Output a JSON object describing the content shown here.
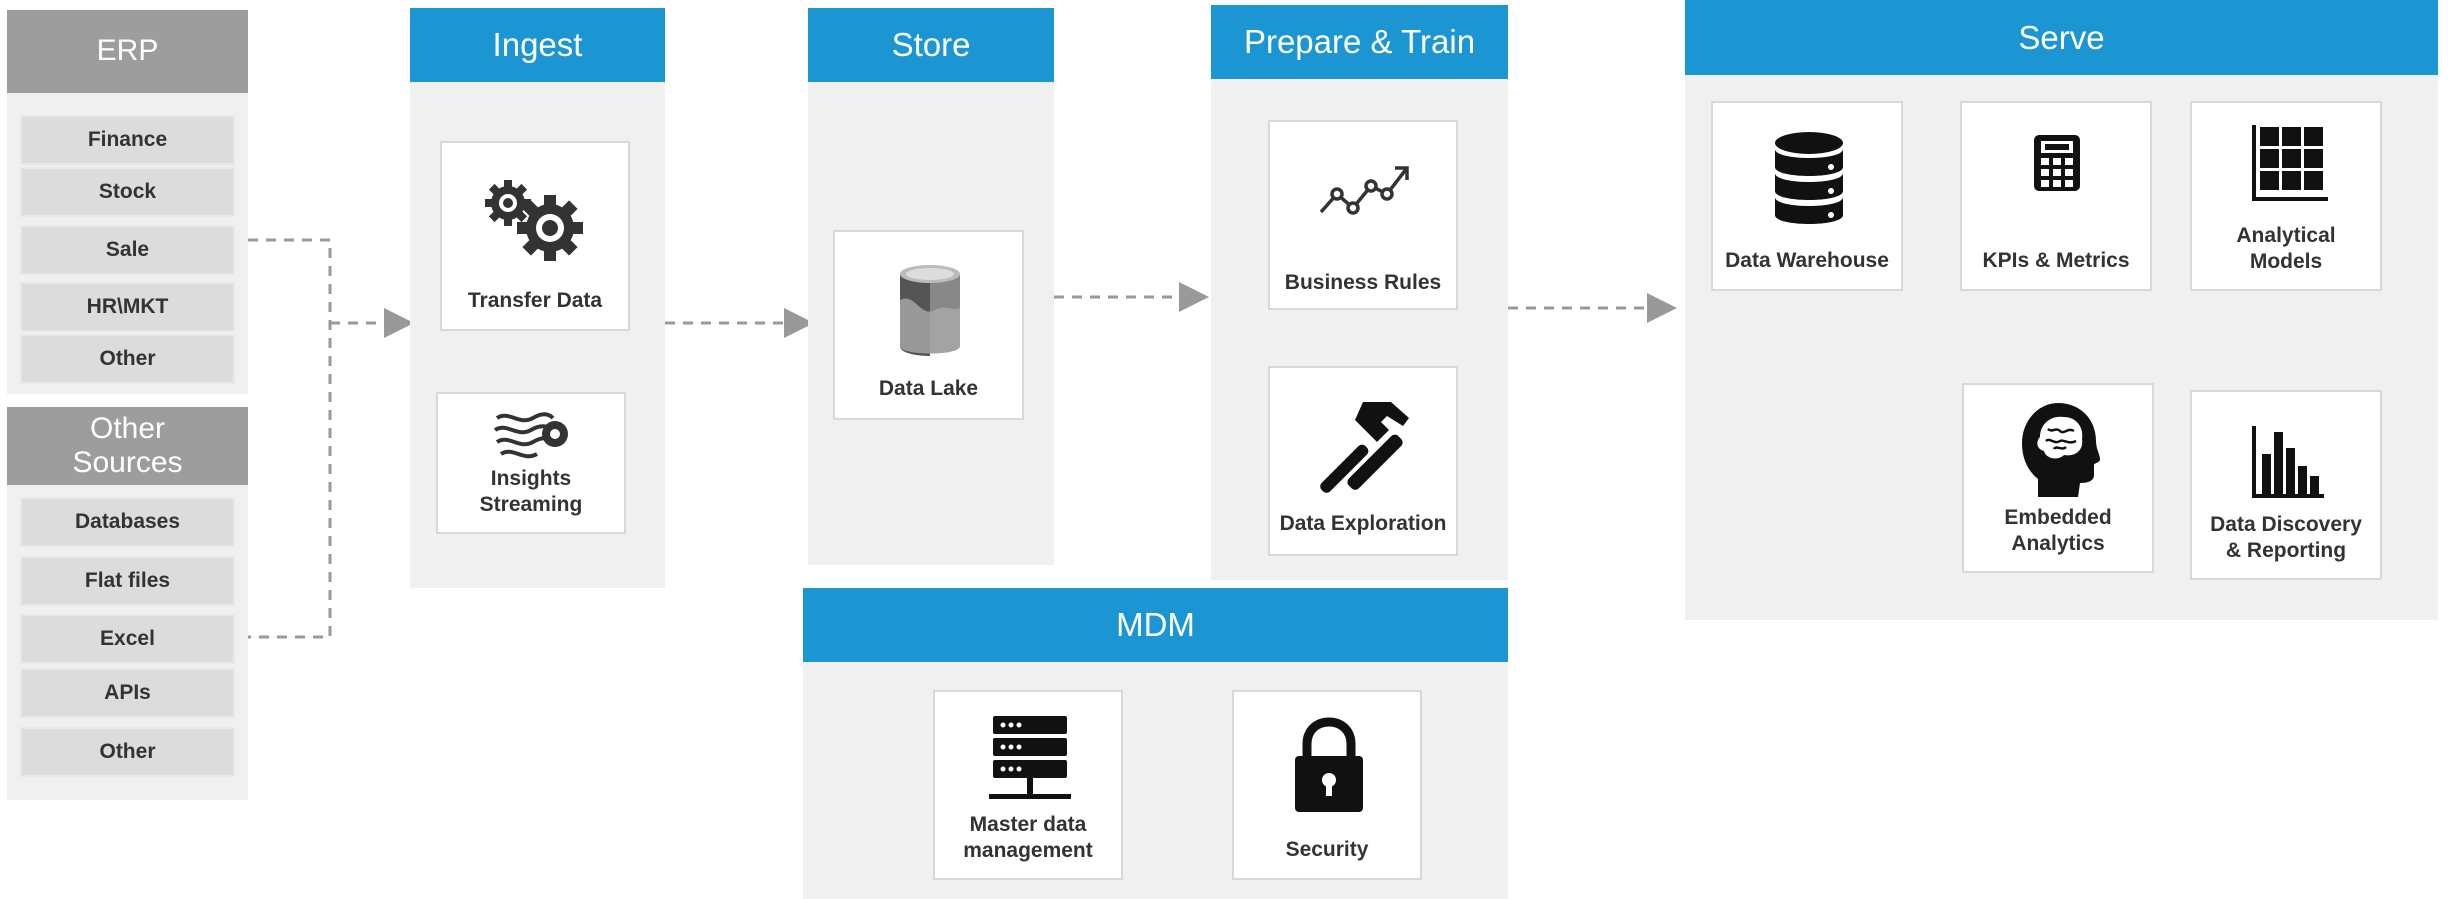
{
  "sources": {
    "erp": {
      "title": "ERP",
      "items": [
        "Finance",
        "Stock",
        "Sale",
        "HR\\MKT",
        "Other"
      ]
    },
    "other": {
      "title_line1": "Other",
      "title_line2": "Sources",
      "items": [
        "Databases",
        "Flat files",
        "Excel",
        "APIs",
        "Other"
      ]
    }
  },
  "stages": {
    "ingest": {
      "title": "Ingest",
      "transfer": "Transfer Data",
      "insights_line1": "Insights",
      "insights_line2": "Streaming"
    },
    "store": {
      "title": "Store",
      "data_lake": "Data Lake"
    },
    "prepare": {
      "title": "Prepare & Train",
      "business_rules": "Business Rules",
      "data_exploration": "Data Exploration"
    },
    "serve": {
      "title": "Serve",
      "data_warehouse": "Data Warehouse",
      "kpis": "KPIs & Metrics",
      "analytical_line1": "Analytical",
      "analytical_line2": "Models",
      "embedded_line1": "Embedded",
      "embedded_line2": "Analytics",
      "discovery_line1": "Data Discovery",
      "discovery_line2": "& Reporting"
    },
    "mdm": {
      "title": "MDM",
      "master_line1": "Master data",
      "master_line2": "management",
      "security": "Security"
    }
  },
  "colors": {
    "accent": "#1b96d2",
    "gray_header": "#9d9d9d",
    "panel": "#f0f0f0",
    "connector": "#999999",
    "icon": "#333333"
  }
}
